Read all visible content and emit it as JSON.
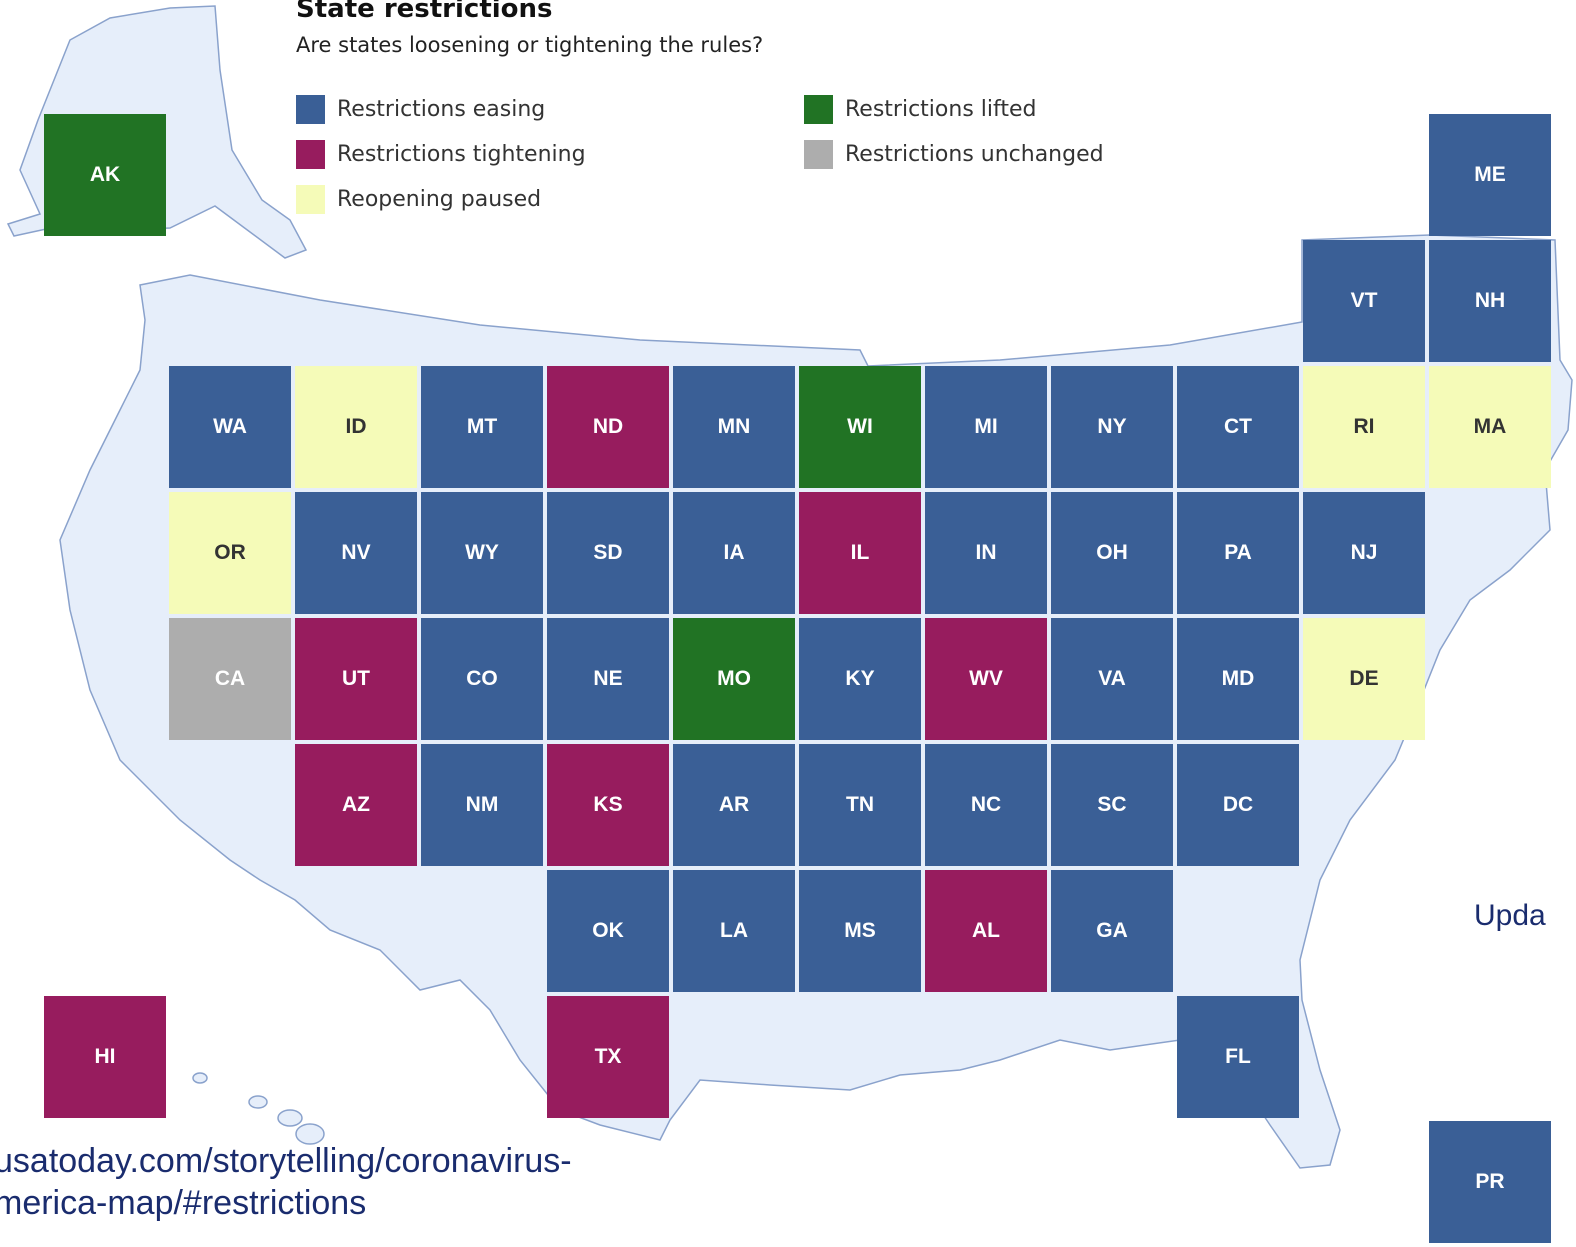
{
  "header": {
    "title": "State restrictions",
    "subtitle": "Are states loosening or tightening the rules?"
  },
  "colors": {
    "easing": "#3a5f96",
    "tightening": "#971c5e",
    "paused": "#f5fbb8",
    "lifted": "#217324",
    "unchanged": "#adadad",
    "map_fill": "#e6eefa",
    "map_stroke": "#8aa2cc"
  },
  "legend": [
    {
      "status": "easing",
      "label": "Restrictions easing"
    },
    {
      "status": "tightening",
      "label": "Restrictions tightening"
    },
    {
      "status": "paused",
      "label": "Reopening paused"
    },
    {
      "status": "lifted",
      "label": "Restrictions lifted"
    },
    {
      "status": "unchanged",
      "label": "Restrictions unchanged"
    }
  ],
  "states": [
    {
      "code": "AK",
      "status": "lifted"
    },
    {
      "code": "ME",
      "status": "easing"
    },
    {
      "code": "VT",
      "status": "easing"
    },
    {
      "code": "NH",
      "status": "easing"
    },
    {
      "code": "WA",
      "status": "easing"
    },
    {
      "code": "ID",
      "status": "paused"
    },
    {
      "code": "MT",
      "status": "easing"
    },
    {
      "code": "ND",
      "status": "tightening"
    },
    {
      "code": "MN",
      "status": "easing"
    },
    {
      "code": "WI",
      "status": "lifted"
    },
    {
      "code": "MI",
      "status": "easing"
    },
    {
      "code": "NY",
      "status": "easing"
    },
    {
      "code": "CT",
      "status": "easing"
    },
    {
      "code": "RI",
      "status": "paused"
    },
    {
      "code": "MA",
      "status": "paused"
    },
    {
      "code": "OR",
      "status": "paused"
    },
    {
      "code": "NV",
      "status": "easing"
    },
    {
      "code": "WY",
      "status": "easing"
    },
    {
      "code": "SD",
      "status": "easing"
    },
    {
      "code": "IA",
      "status": "easing"
    },
    {
      "code": "IL",
      "status": "tightening"
    },
    {
      "code": "IN",
      "status": "easing"
    },
    {
      "code": "OH",
      "status": "easing"
    },
    {
      "code": "PA",
      "status": "easing"
    },
    {
      "code": "NJ",
      "status": "easing"
    },
    {
      "code": "CA",
      "status": "unchanged"
    },
    {
      "code": "UT",
      "status": "tightening"
    },
    {
      "code": "CO",
      "status": "easing"
    },
    {
      "code": "NE",
      "status": "easing"
    },
    {
      "code": "MO",
      "status": "lifted"
    },
    {
      "code": "KY",
      "status": "easing"
    },
    {
      "code": "WV",
      "status": "tightening"
    },
    {
      "code": "VA",
      "status": "easing"
    },
    {
      "code": "MD",
      "status": "easing"
    },
    {
      "code": "DE",
      "status": "paused"
    },
    {
      "code": "AZ",
      "status": "tightening"
    },
    {
      "code": "NM",
      "status": "easing"
    },
    {
      "code": "KS",
      "status": "tightening"
    },
    {
      "code": "AR",
      "status": "easing"
    },
    {
      "code": "TN",
      "status": "easing"
    },
    {
      "code": "NC",
      "status": "easing"
    },
    {
      "code": "SC",
      "status": "easing"
    },
    {
      "code": "DC",
      "status": "easing"
    },
    {
      "code": "OK",
      "status": "easing"
    },
    {
      "code": "LA",
      "status": "easing"
    },
    {
      "code": "MS",
      "status": "easing"
    },
    {
      "code": "AL",
      "status": "tightening"
    },
    {
      "code": "GA",
      "status": "easing"
    },
    {
      "code": "HI",
      "status": "tightening"
    },
    {
      "code": "TX",
      "status": "tightening"
    },
    {
      "code": "FL",
      "status": "easing"
    },
    {
      "code": "PR",
      "status": "easing"
    }
  ],
  "source": {
    "line1": "usatoday.com/storytelling/coronavirus-",
    "line2": "merica-map/#restrictions"
  },
  "updated_fragment": "Upda"
}
